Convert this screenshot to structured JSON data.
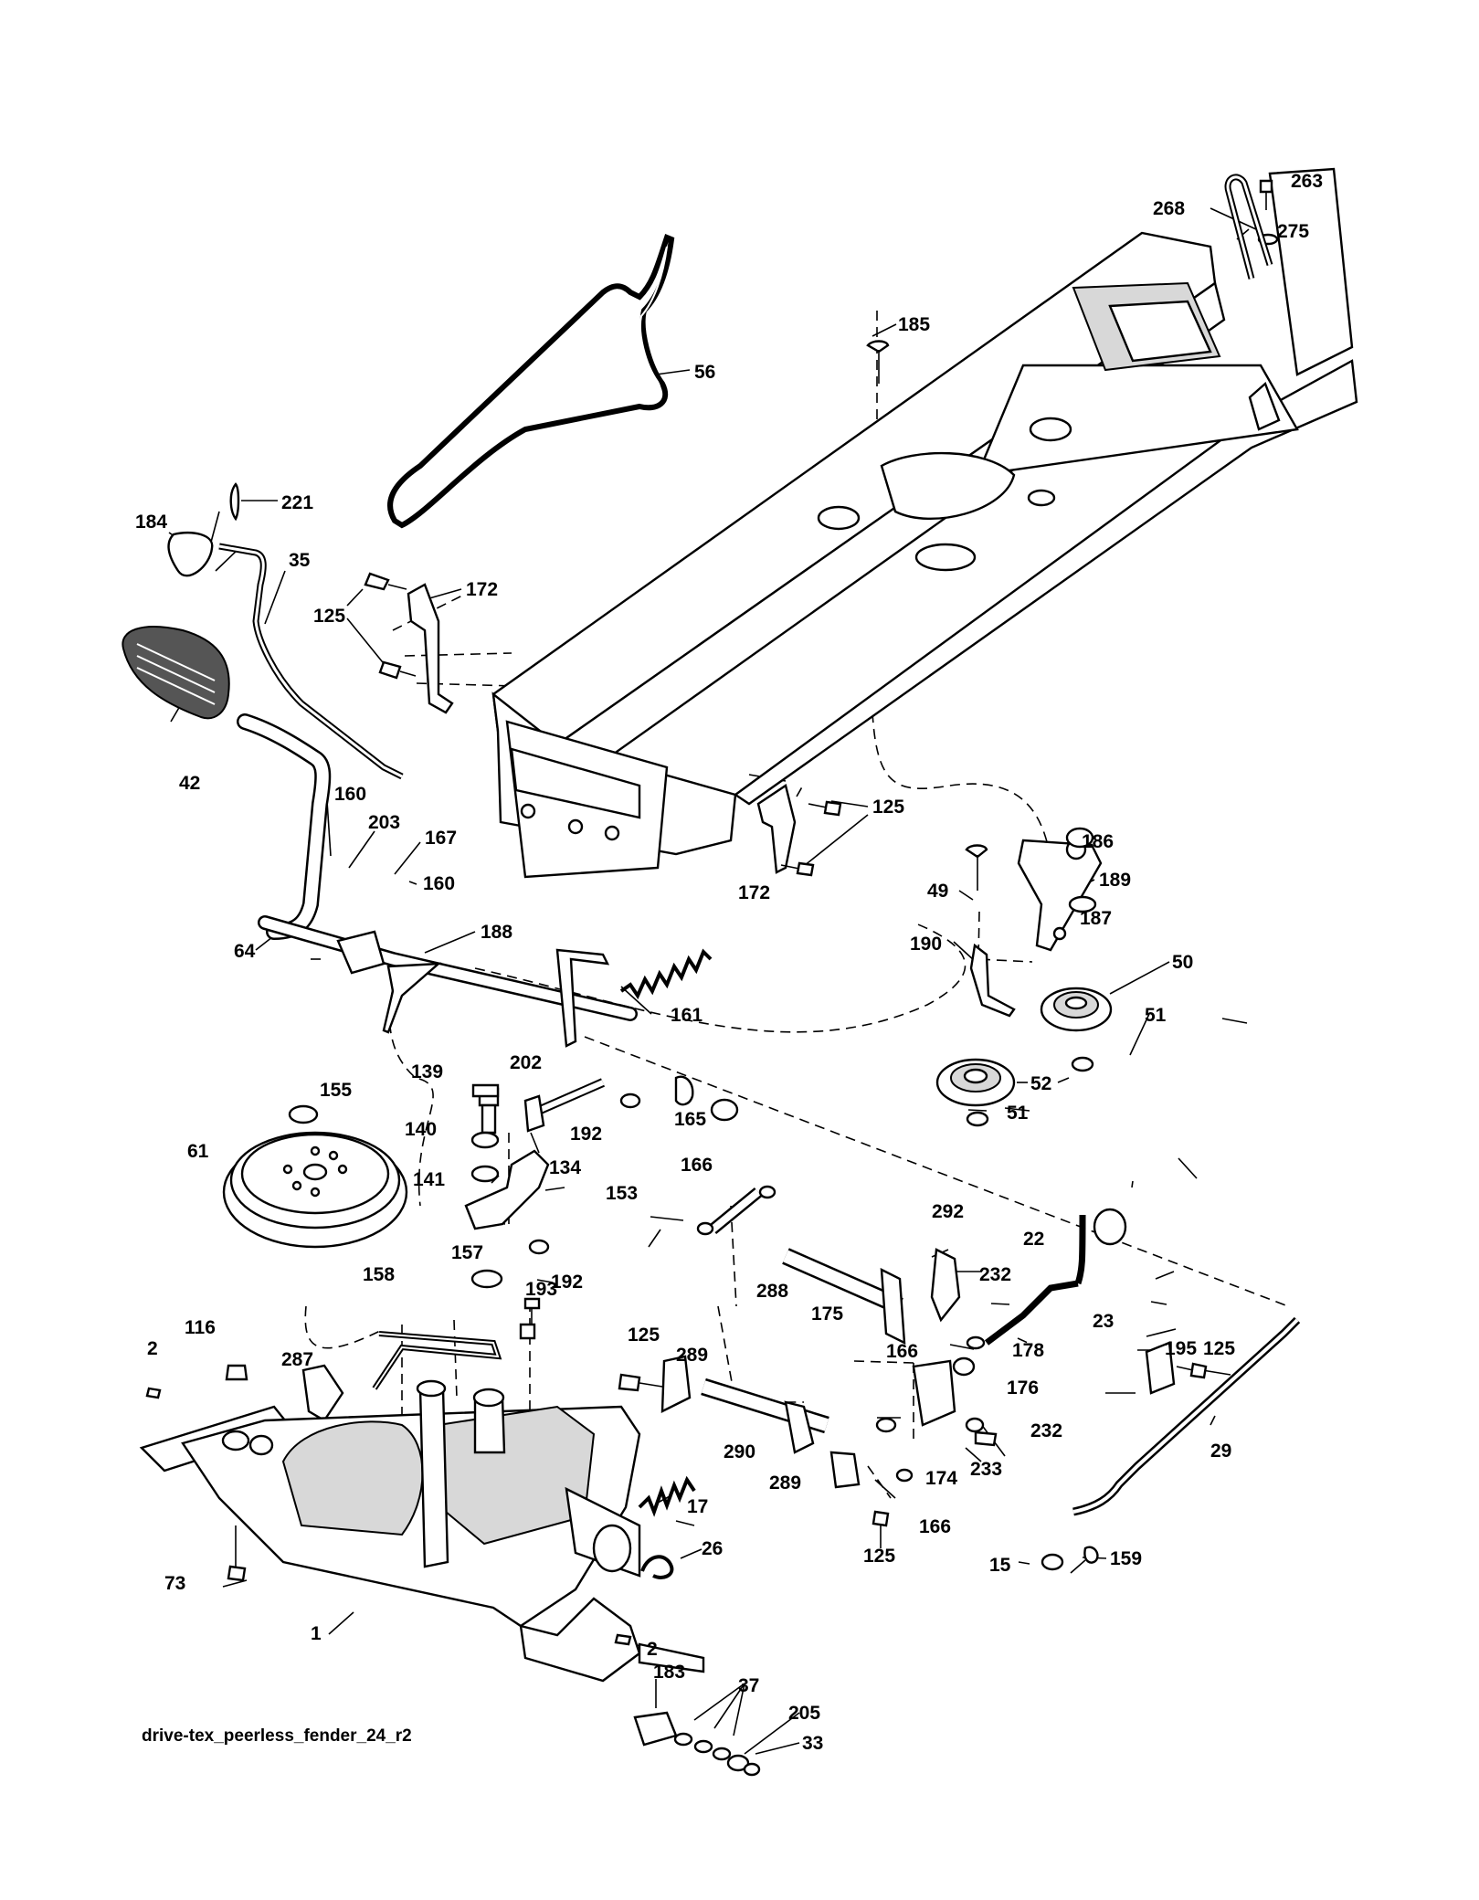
{
  "diagram": {
    "caption": "drive-tex_peerless_fender_24_r2",
    "labels": [
      {
        "id": "263",
        "text": "263"
      },
      {
        "id": "268",
        "text": "268"
      },
      {
        "id": "275",
        "text": "275"
      },
      {
        "id": "185",
        "text": "185"
      },
      {
        "id": "56",
        "text": "56"
      },
      {
        "id": "221",
        "text": "221"
      },
      {
        "id": "184",
        "text": "184"
      },
      {
        "id": "35",
        "text": "35"
      },
      {
        "id": "172a",
        "text": "172"
      },
      {
        "id": "125a",
        "text": "125"
      },
      {
        "id": "42",
        "text": "42"
      },
      {
        "id": "160a",
        "text": "160"
      },
      {
        "id": "203",
        "text": "203"
      },
      {
        "id": "167",
        "text": "167"
      },
      {
        "id": "160b",
        "text": "160"
      },
      {
        "id": "64",
        "text": "64"
      },
      {
        "id": "188",
        "text": "188"
      },
      {
        "id": "125b",
        "text": "125"
      },
      {
        "id": "172b",
        "text": "172"
      },
      {
        "id": "186",
        "text": "186"
      },
      {
        "id": "49",
        "text": "49"
      },
      {
        "id": "189",
        "text": "189"
      },
      {
        "id": "187",
        "text": "187"
      },
      {
        "id": "190",
        "text": "190"
      },
      {
        "id": "50",
        "text": "50"
      },
      {
        "id": "51a",
        "text": "51"
      },
      {
        "id": "161",
        "text": "161"
      },
      {
        "id": "52",
        "text": "52"
      },
      {
        "id": "51b",
        "text": "51"
      },
      {
        "id": "139",
        "text": "139"
      },
      {
        "id": "202",
        "text": "202"
      },
      {
        "id": "155",
        "text": "155"
      },
      {
        "id": "140",
        "text": "140"
      },
      {
        "id": "192a",
        "text": "192"
      },
      {
        "id": "165",
        "text": "165"
      },
      {
        "id": "166a",
        "text": "166"
      },
      {
        "id": "61",
        "text": "61"
      },
      {
        "id": "141",
        "text": "141"
      },
      {
        "id": "134",
        "text": "134"
      },
      {
        "id": "153",
        "text": "153"
      },
      {
        "id": "292",
        "text": "292"
      },
      {
        "id": "22",
        "text": "22"
      },
      {
        "id": "157",
        "text": "157"
      },
      {
        "id": "192b",
        "text": "192"
      },
      {
        "id": "288",
        "text": "288"
      },
      {
        "id": "232a",
        "text": "232"
      },
      {
        "id": "158",
        "text": "158"
      },
      {
        "id": "175",
        "text": "175"
      },
      {
        "id": "193",
        "text": "193"
      },
      {
        "id": "23",
        "text": "23"
      },
      {
        "id": "116",
        "text": "116"
      },
      {
        "id": "125c",
        "text": "125"
      },
      {
        "id": "289a",
        "text": "289"
      },
      {
        "id": "195",
        "text": "195"
      },
      {
        "id": "287",
        "text": "287"
      },
      {
        "id": "166b",
        "text": "166"
      },
      {
        "id": "178",
        "text": "178"
      },
      {
        "id": "2a",
        "text": "2"
      },
      {
        "id": "125d",
        "text": "125"
      },
      {
        "id": "176",
        "text": "176"
      },
      {
        "id": "232b",
        "text": "232"
      },
      {
        "id": "290",
        "text": "290"
      },
      {
        "id": "29",
        "text": "29"
      },
      {
        "id": "174",
        "text": "174"
      },
      {
        "id": "233",
        "text": "233"
      },
      {
        "id": "289b",
        "text": "289"
      },
      {
        "id": "17",
        "text": "17"
      },
      {
        "id": "166c",
        "text": "166"
      },
      {
        "id": "26",
        "text": "26"
      },
      {
        "id": "125e",
        "text": "125"
      },
      {
        "id": "15",
        "text": "15"
      },
      {
        "id": "159",
        "text": "159"
      },
      {
        "id": "73",
        "text": "73"
      },
      {
        "id": "1",
        "text": "1"
      },
      {
        "id": "2b",
        "text": "2"
      },
      {
        "id": "183",
        "text": "183"
      },
      {
        "id": "37",
        "text": "37"
      },
      {
        "id": "205",
        "text": "205"
      },
      {
        "id": "33",
        "text": "33"
      }
    ]
  }
}
